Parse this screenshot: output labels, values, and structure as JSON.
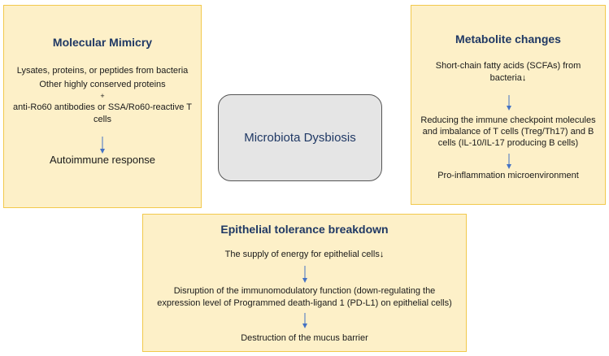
{
  "center": {
    "label": "Microbiota Dysbiosis"
  },
  "mimicry": {
    "title": "Molecular Mimicry",
    "line1": "Lysates, proteins, or peptides from bacteria",
    "line2": "Other highly conserved proteins",
    "plus": "+",
    "line3": "anti-Ro60 antibodies or SSA/Ro60-reactive T",
    "line4": "cells",
    "result": "Autoimmune response"
  },
  "metabolite": {
    "title": "Metabolite changes",
    "line1": "Short-chain fatty acids (SCFAs) from",
    "line2": "bacteria",
    "step2_line1": "Reducing the immune checkpoint molecules",
    "step2_line2": "and imbalance of T cells (Treg/Th17) and B",
    "step2_line3": "cells (IL-10/IL-17 producing B cells)",
    "result": "Pro-inflammation microenvironment"
  },
  "epithelial": {
    "title": "Epithelial tolerance breakdown",
    "line1": "The supply of energy for epithelial cells",
    "step2_line1": "Disruption of the immunomodulatory function (down-regulating the",
    "step2_line2": "expression level of Programmed death-ligand 1 (PD-L1) on epithelial cells)",
    "result": "Destruction of the mucus barrier"
  },
  "colors": {
    "panel_bg": "#fdf0c8",
    "panel_border": "#f2c94c",
    "title": "#1f3864",
    "arrow": "#4472c4"
  }
}
